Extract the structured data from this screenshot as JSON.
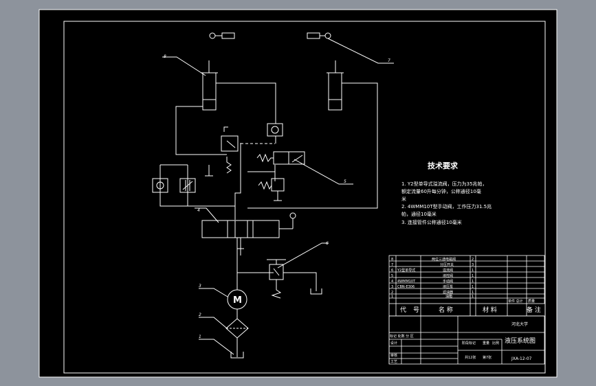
{
  "tech_requirements": {
    "title": "技术要求",
    "lines": [
      "1. Y2型单导式溢流阀，压力为35兆帕，",
      "额定流量60升每分钟，公称通径10毫",
      "米",
      "2. 4WMM10T型手动阀，工作压力31.5兆",
      "帕，通径10毫米",
      "3. 连接管件公称通径10毫米"
    ]
  },
  "leaders": [
    "8",
    "7",
    "6",
    "5",
    "4",
    "3",
    "2",
    "1"
  ],
  "motor_label": "M",
  "parts_list": {
    "rows": [
      {
        "no": "8",
        "code": "",
        "name": "两位三通电磁阀",
        "qty": "2"
      },
      {
        "no": "7",
        "code": "",
        "name": "分压开关",
        "qty": "3"
      },
      {
        "no": "6",
        "code": "Y2型单导式",
        "name": "溢流阀",
        "qty": "1"
      },
      {
        "no": "5",
        "code": "",
        "name": "液控阀",
        "qty": "1"
      },
      {
        "no": "4",
        "code": "4WMM10T",
        "name": "手动阀",
        "qty": "1"
      },
      {
        "no": "3",
        "code": "CBN-E306",
        "name": "液压泵",
        "qty": "1"
      },
      {
        "no": "2",
        "code": "",
        "name": "滤油器",
        "qty": "1"
      },
      {
        "no": "1",
        "code": "",
        "name": "油箱",
        "qty": "1"
      }
    ],
    "header": {
      "no": "代",
      "code": "号",
      "name": "名 称",
      "qty": "",
      "material": "材 料",
      "extra": "单件 总计",
      "weight": "质量",
      "remarks": "备 注"
    }
  },
  "title_block": {
    "school": "河北大学",
    "drawing_title": "液压系统图",
    "drawing_no": "JXA-12-07",
    "sheets": "共12张",
    "sheet": "第7张",
    "design_label": "设计",
    "check_label": "审核",
    "craft_label": "工艺",
    "stage_label": "阶段标记",
    "weight_label": "重量",
    "scale_label": "比例",
    "mark_label": "标记 处数 分 区"
  }
}
